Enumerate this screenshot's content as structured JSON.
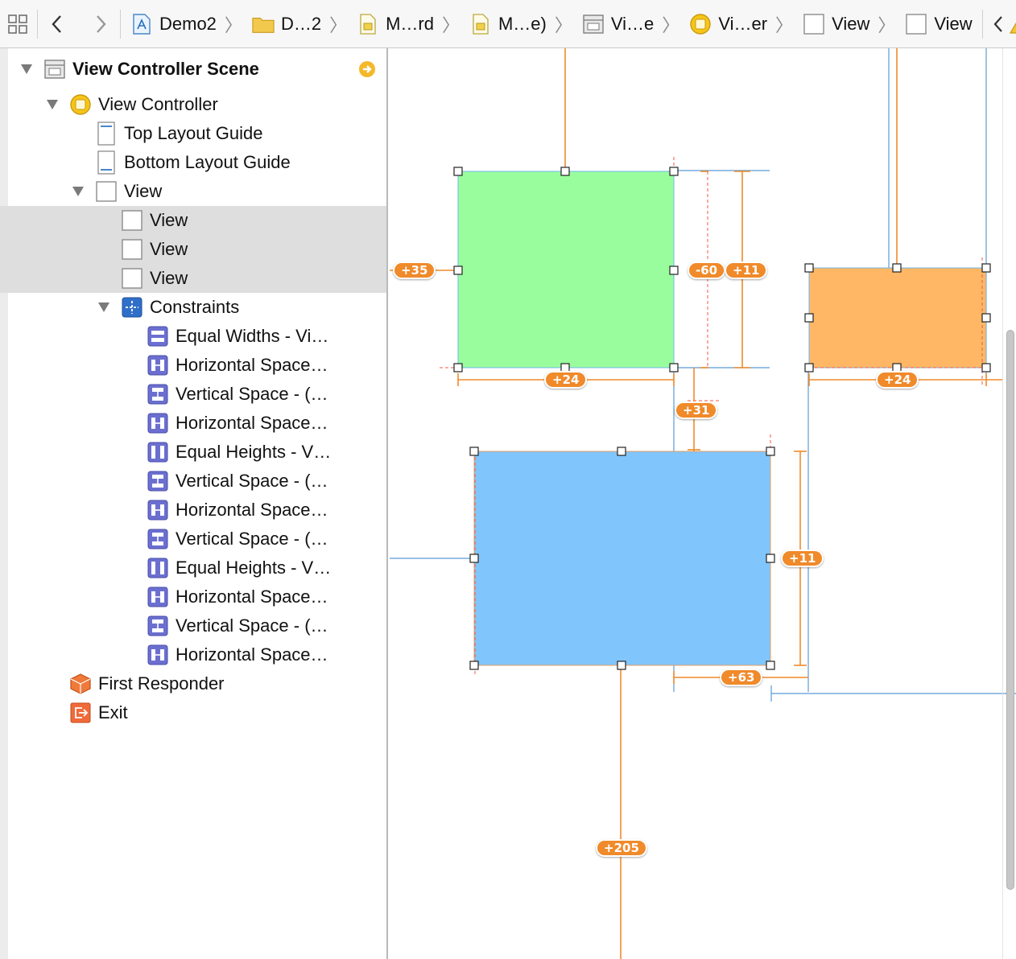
{
  "jumpbar": {
    "crumbs": [
      {
        "label": "Demo2",
        "icon": "xcode-project-icon"
      },
      {
        "label": "D…2",
        "icon": "folder-icon"
      },
      {
        "label": "M…rd",
        "icon": "storyboard-file-icon"
      },
      {
        "label": "M…e)",
        "icon": "storyboard-file-icon"
      },
      {
        "label": "Vi…e",
        "icon": "scene-icon"
      },
      {
        "label": "Vi…er",
        "icon": "view-controller-icon"
      },
      {
        "label": "View",
        "icon": "view-icon"
      },
      {
        "label": "View",
        "icon": "view-icon"
      }
    ]
  },
  "outline": {
    "scene": "View Controller Scene",
    "view_controller": "View Controller",
    "top_layout_guide": "Top Layout Guide",
    "bottom_layout_guide": "Bottom Layout Guide",
    "root_view": "View",
    "subviews": [
      "View",
      "View",
      "View"
    ],
    "constraints_group": "Constraints",
    "constraints": [
      {
        "label": "Equal Widths - Vi…",
        "icon": "equal-widths-icon"
      },
      {
        "label": "Horizontal Space…",
        "icon": "horizontal-space-icon"
      },
      {
        "label": "Vertical Space - (…",
        "icon": "vertical-space-icon"
      },
      {
        "label": "Horizontal Space…",
        "icon": "horizontal-space-icon"
      },
      {
        "label": "Equal Heights - V…",
        "icon": "equal-heights-icon"
      },
      {
        "label": "Vertical Space - (…",
        "icon": "vertical-space-icon"
      },
      {
        "label": "Horizontal Space…",
        "icon": "horizontal-space-icon"
      },
      {
        "label": "Vertical Space - (…",
        "icon": "vertical-space-icon"
      },
      {
        "label": "Equal Heights - V…",
        "icon": "equal-heights-icon"
      },
      {
        "label": "Horizontal Space…",
        "icon": "horizontal-space-icon"
      },
      {
        "label": "Vertical Space - (…",
        "icon": "vertical-space-icon"
      },
      {
        "label": "Horizontal Space…",
        "icon": "horizontal-space-icon"
      }
    ],
    "first_responder": "First Responder",
    "exit": "Exit"
  },
  "canvas": {
    "badges": [
      "+35",
      "-60",
      "+11",
      "+24",
      "+24",
      "+31",
      "+11",
      "+63",
      "+205"
    ],
    "colors": {
      "green_view": "#9afd9d",
      "orange_view": "#ffb765",
      "blue_view": "#80c5fb",
      "constraint": "#f08a2a",
      "guide": "#5b9bd5"
    }
  }
}
